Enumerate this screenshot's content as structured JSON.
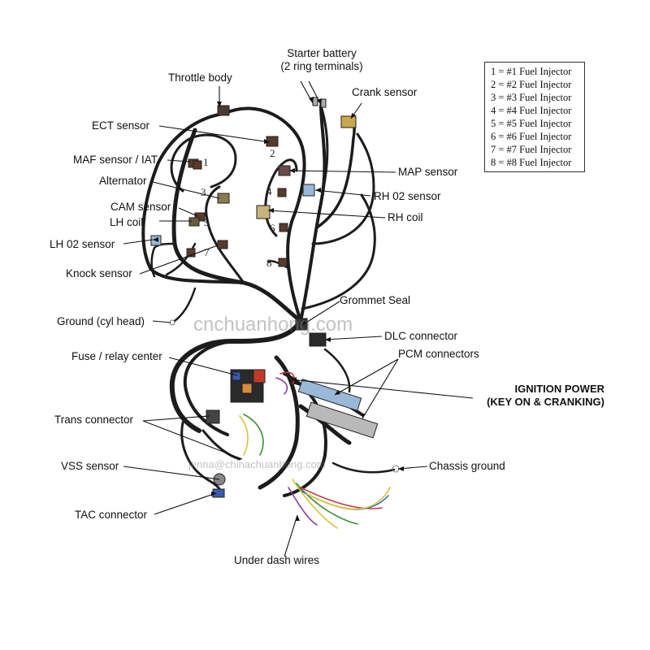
{
  "labels": {
    "starter_battery": "Starter battery",
    "starter_battery_sub": "(2 ring terminals)",
    "throttle_body": "Throttle body",
    "crank_sensor": "Crank sensor",
    "ect_sensor": "ECT sensor",
    "maf_iat": "MAF sensor / IAT",
    "alternator": "Alternator",
    "map_sensor": "MAP sensor",
    "cam_sensor": "CAM sensor",
    "rh_o2": "RH 02 sensor",
    "lh_coil": "LH coil",
    "rh_coil": "RH coil",
    "lh_o2": "LH 02 sensor",
    "knock_sensor": "Knock sensor",
    "grommet_seal": "Grommet Seal",
    "ground_cyl_head": "Ground (cyl head)",
    "dlc_connector": "DLC connector",
    "fuse_relay": "Fuse / relay center",
    "pcm_connectors": "PCM connectors",
    "ignition_power": "IGNITION POWER",
    "ignition_power_sub": "(KEY ON & CRANKING)",
    "trans_connector": "Trans connector",
    "vss_sensor": "VSS sensor",
    "chassis_ground": "Chassis ground",
    "tac_connector": "TAC connector",
    "under_dash": "Under dash wires"
  },
  "injector_numbers": [
    "1",
    "2",
    "3",
    "4",
    "5",
    "6",
    "7",
    "8"
  ],
  "legend": [
    "1 = #1 Fuel Injector",
    "2 = #2 Fuel Injector",
    "3 = #3 Fuel Injector",
    "4 = #4 Fuel Injector",
    "5 = #5 Fuel Injector",
    "6 = #6 Fuel Injector",
    "7 = #7 Fuel Injector",
    "8 = #8 Fuel Injector"
  ],
  "watermarks": {
    "site": "cnchuanhong.com",
    "email": "jenna@chinachuanhong.com"
  },
  "colors": {
    "harness": "#1c1c1c",
    "connector": "#5a3a2a",
    "fuse_red": "#c0392b",
    "pcm_blue": "#9ab8d8",
    "pcm_grey": "#b9b9b9",
    "wire_yellow": "#d8c23a",
    "wire_green": "#3b8f3b",
    "wire_purple": "#8a3a9a",
    "wire_red": "#c23a3a",
    "wire_blue": "#3a6ac2"
  }
}
